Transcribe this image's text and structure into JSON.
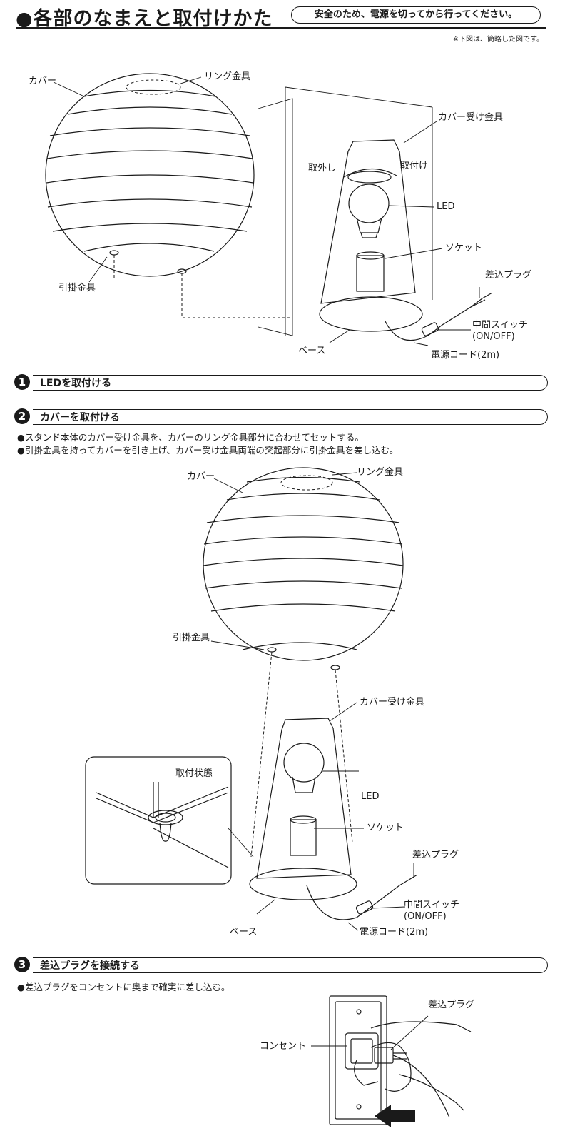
{
  "header": {
    "title": "●各部のなまえと取付けかた",
    "safety_note": "安全のため、電源を切ってから行ってください。",
    "diagram_note": "※下図は、簡略した図です。"
  },
  "diagram1": {
    "cover": "カバー",
    "ring": "リング金具",
    "hook": "引掛金具",
    "cover_holder": "カバー受け金具",
    "remove": "取外し",
    "attach": "取付け",
    "led": "LED",
    "socket": "ソケット",
    "plug": "差込プラグ",
    "switch": "中間スイッチ",
    "switch_sub": "(ON/OFF)",
    "base": "ベース",
    "cord": "電源コード(2m)"
  },
  "section1": {
    "num": "1",
    "title": "LEDを取付ける"
  },
  "section2": {
    "num": "2",
    "title": "カバーを取付ける",
    "bullets": [
      "●スタンド本体のカバー受け金具を、カバーのリング金具部分に合わせてセットする。",
      "●引掛金具を持ってカバーを引き上げ、カバー受け金具両端の突起部分に引掛金具を差し込む。"
    ]
  },
  "diagram2": {
    "cover": "カバー",
    "ring": "リング金具",
    "hook": "引掛金具",
    "cover_holder": "カバー受け金具",
    "attached_state": "取付状態",
    "led": "LED",
    "socket": "ソケット",
    "plug": "差込プラグ",
    "switch": "中間スイッチ",
    "switch_sub": "(ON/OFF)",
    "base": "ベース",
    "cord": "電源コード(2m)"
  },
  "section3": {
    "num": "3",
    "title": "差込プラグを接続する",
    "bullet": "●差込プラグをコンセントに奥まで確実に差し込む。"
  },
  "diagram3": {
    "outlet": "コンセント",
    "plug": "差込プラグ"
  }
}
